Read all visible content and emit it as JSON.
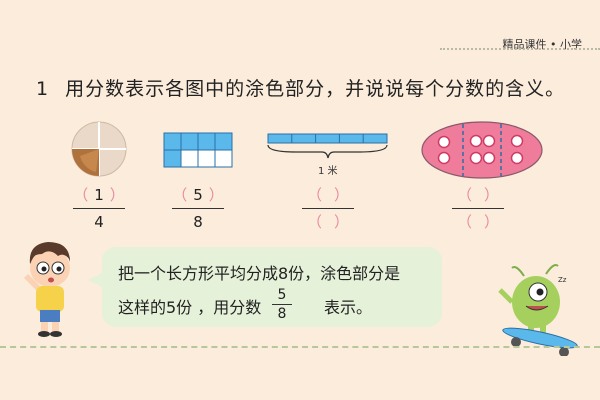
{
  "header": {
    "tag": "精品课件 • 小学"
  },
  "question": {
    "number": "1",
    "text": "用分数表示各图中的涂色部分，并说说每个分数的含义。"
  },
  "figures": {
    "pie": {
      "numerator": "1",
      "denominator": "4",
      "shaded_fraction": 0.25
    },
    "grid": {
      "numerator": "5",
      "denominator": "8",
      "shaded_fraction": 0.625
    },
    "meter": {
      "numerator": "",
      "denominator": "",
      "label": "1 米"
    },
    "oval": {
      "numerator": "",
      "denominator": ""
    }
  },
  "paren_open": "（",
  "paren_close": "）",
  "bubble": {
    "line1": "把一个长方形平均分成8份，涂色部分是",
    "line2": "这样的5份 ，用分数",
    "frac_num": "5",
    "frac_den": "8",
    "line2_end": "表示。"
  },
  "colors": {
    "background": "#fbecdc",
    "shade_blue": "#5bb8ea",
    "oval_fill": "#f07c9c",
    "bubble": "#e6f1d9"
  }
}
